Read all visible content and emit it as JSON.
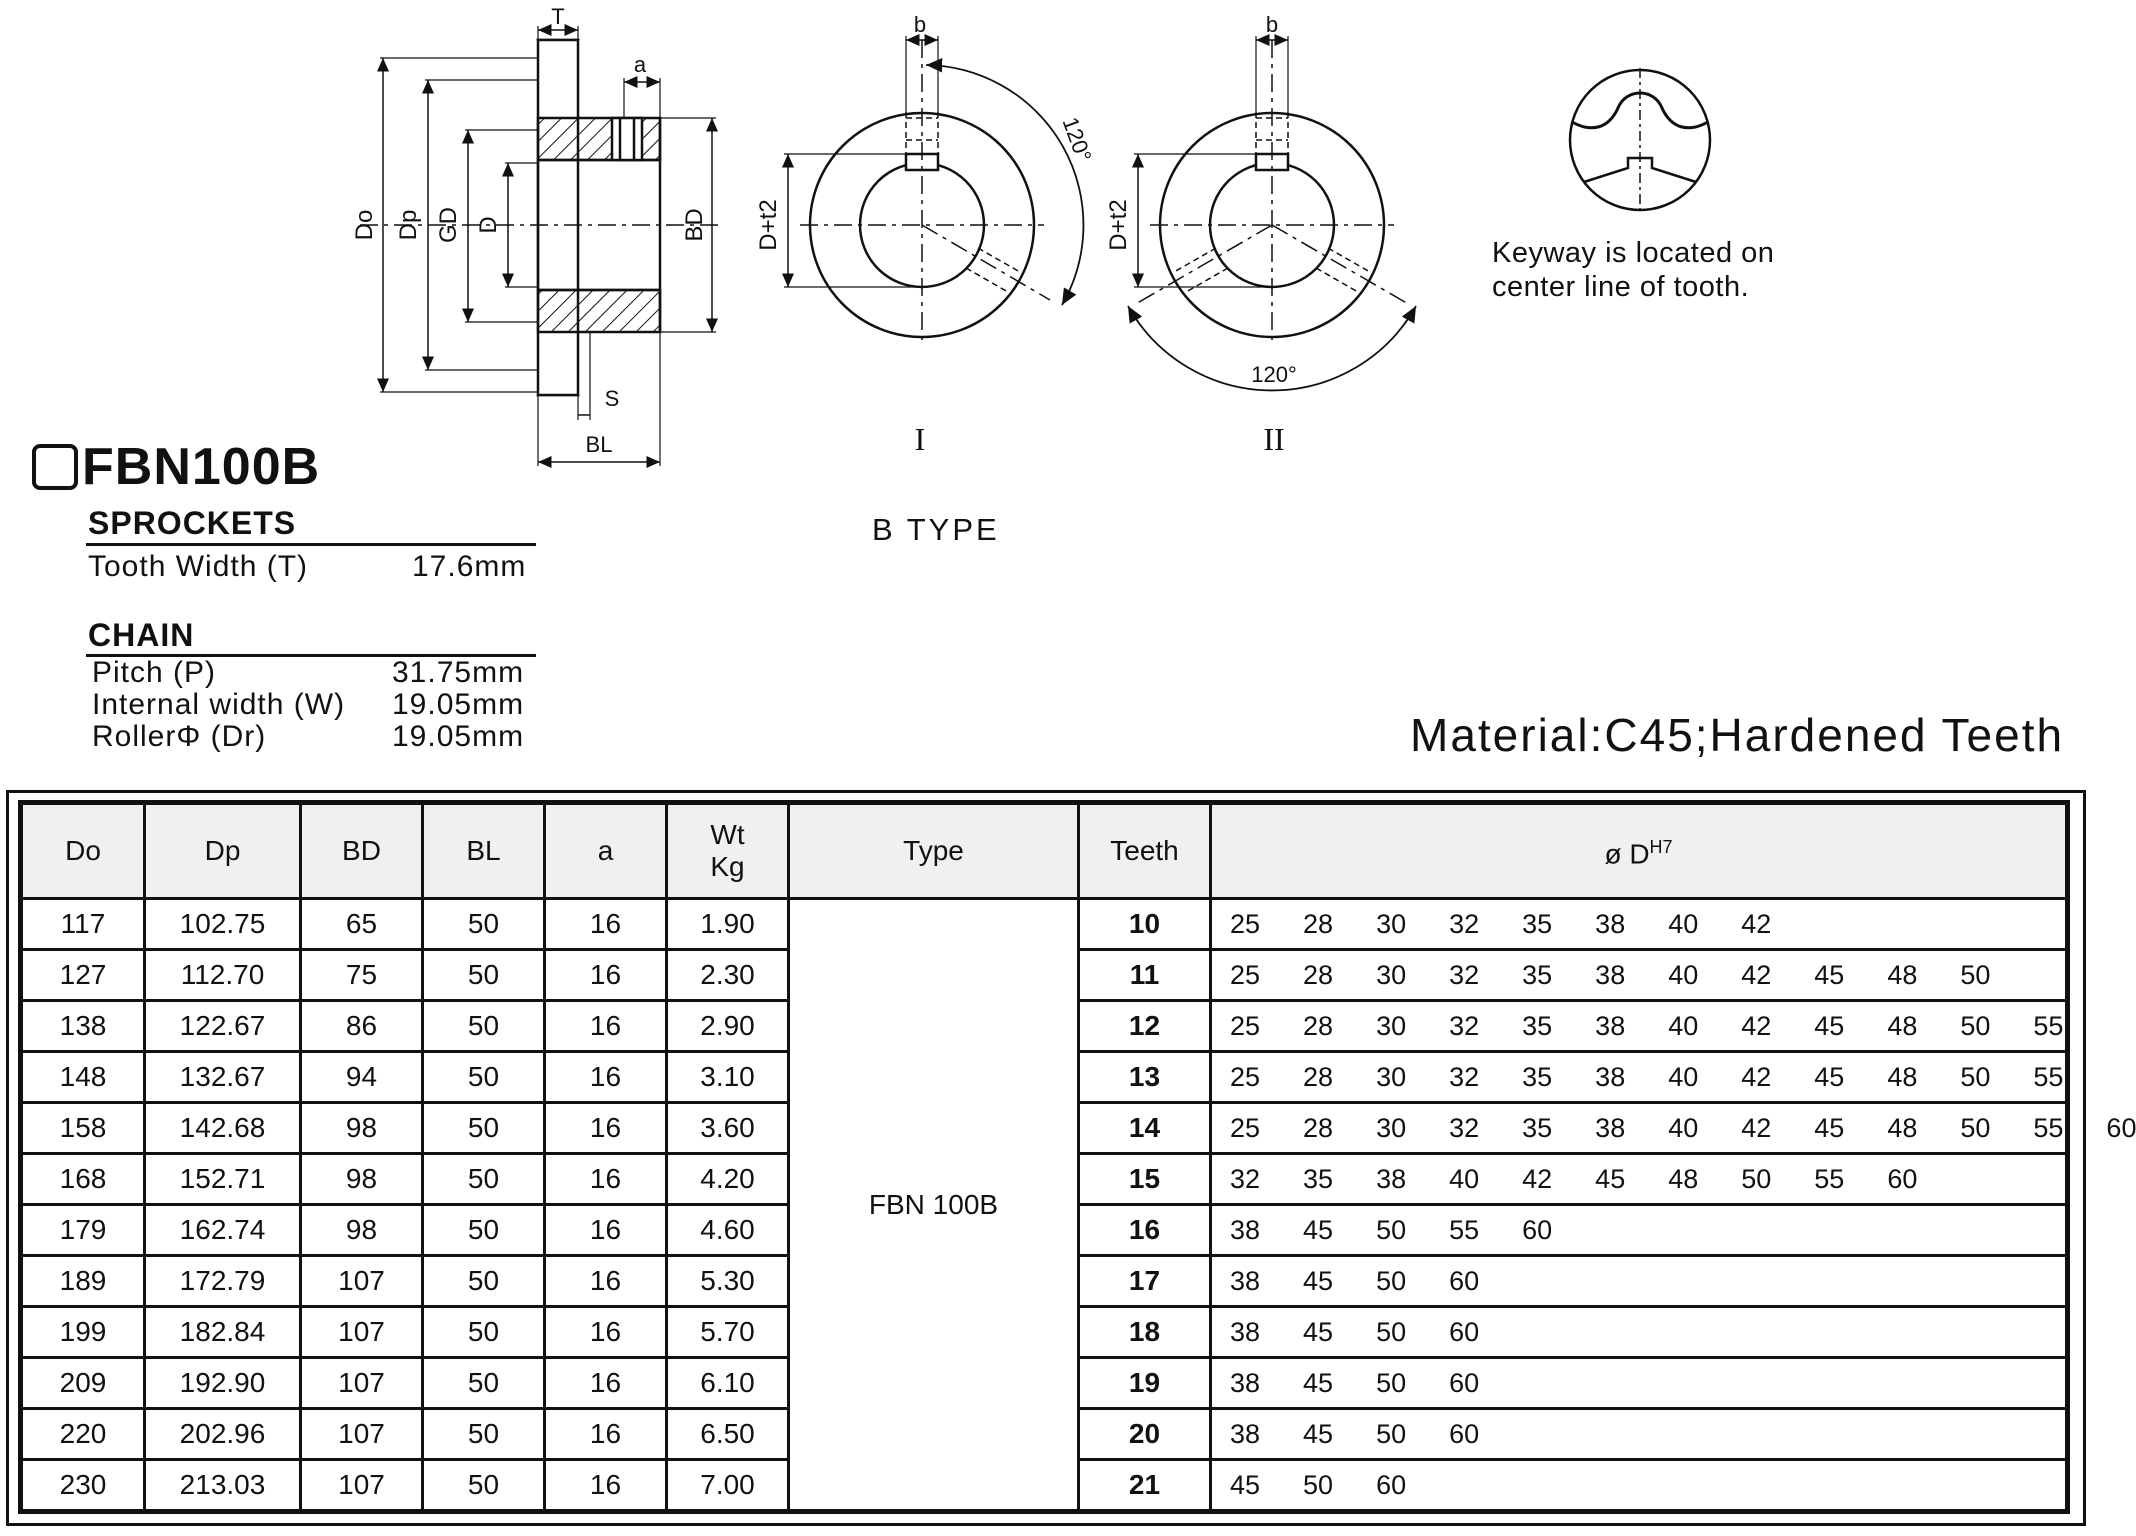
{
  "product": {
    "code": "FBN100B"
  },
  "sprockets": {
    "heading": "SPROCKETS",
    "tooth_width_label": "Tooth Width  (T)",
    "tooth_width_value": "17.6mm"
  },
  "chain": {
    "heading": "CHAIN",
    "rows": [
      {
        "label": "Pitch  (P)",
        "value": "31.75mm"
      },
      {
        "label": "Internal width  (W)",
        "value": "19.05mm"
      },
      {
        "label": "RollerΦ  (Dr)",
        "value": "19.05mm"
      }
    ]
  },
  "material": "Material:C45;Hardened  Teeth",
  "keyway_note": "Keyway is located on center line of tooth.",
  "drawing": {
    "type_label": "B  TYPE",
    "variant_1": "I",
    "variant_2": "II",
    "dims": {
      "T": "T",
      "a": "a",
      "S": "S",
      "BL": "BL",
      "Do": "Do",
      "Dp": "Dp",
      "GD": "GD",
      "D": "D",
      "BD": "BD",
      "b": "b",
      "Dt2": "D+t2",
      "angle": "120°"
    }
  },
  "table": {
    "headers": {
      "do": "Do",
      "dp": "Dp",
      "bd": "BD",
      "bl": "BL",
      "a": "a",
      "wt_line1": "Wt",
      "wt_line2": "Kg",
      "type": "Type",
      "teeth": "Teeth",
      "bore_prefix": "ø D",
      "bore_sup": "H7"
    },
    "type_value": "FBN 100B",
    "rows": [
      {
        "do": "117",
        "dp": "102.75",
        "bd": "65",
        "bl": "50",
        "a": "16",
        "wt": "1.90",
        "teeth": "10",
        "bores": "25  28  30  32  35  38  40  42"
      },
      {
        "do": "127",
        "dp": "112.70",
        "bd": "75",
        "bl": "50",
        "a": "16",
        "wt": "2.30",
        "teeth": "11",
        "bores": "25  28  30  32  35  38  40  42  45  48  50"
      },
      {
        "do": "138",
        "dp": "122.67",
        "bd": "86",
        "bl": "50",
        "a": "16",
        "wt": "2.90",
        "teeth": "12",
        "bores": "25  28  30  32  35  38  40  42  45  48  50  55"
      },
      {
        "do": "148",
        "dp": "132.67",
        "bd": "94",
        "bl": "50",
        "a": "16",
        "wt": "3.10",
        "teeth": "13",
        "bores": "25  28  30  32  35  38  40  42  45  48  50  55"
      },
      {
        "do": "158",
        "dp": "142.68",
        "bd": "98",
        "bl": "50",
        "a": "16",
        "wt": "3.60",
        "teeth": "14",
        "bores": "25  28  30  32  35  38  40  42  45  48  50  55  60"
      },
      {
        "do": "168",
        "dp": "152.71",
        "bd": "98",
        "bl": "50",
        "a": "16",
        "wt": "4.20",
        "teeth": "15",
        "bores": "32  35  38  40  42  45  48  50  55  60"
      },
      {
        "do": "179",
        "dp": "162.74",
        "bd": "98",
        "bl": "50",
        "a": "16",
        "wt": "4.60",
        "teeth": "16",
        "bores": "38  45  50  55  60"
      },
      {
        "do": "189",
        "dp": "172.79",
        "bd": "107",
        "bl": "50",
        "a": "16",
        "wt": "5.30",
        "teeth": "17",
        "bores": "38  45  50  60"
      },
      {
        "do": "199",
        "dp": "182.84",
        "bd": "107",
        "bl": "50",
        "a": "16",
        "wt": "5.70",
        "teeth": "18",
        "bores": "38  45  50  60"
      },
      {
        "do": "209",
        "dp": "192.90",
        "bd": "107",
        "bl": "50",
        "a": "16",
        "wt": "6.10",
        "teeth": "19",
        "bores": "38  45  50  60"
      },
      {
        "do": "220",
        "dp": "202.96",
        "bd": "107",
        "bl": "50",
        "a": "16",
        "wt": "6.50",
        "teeth": "20",
        "bores": "38  45  50  60"
      },
      {
        "do": "230",
        "dp": "213.03",
        "bd": "107",
        "bl": "50",
        "a": "16",
        "wt": "7.00",
        "teeth": "21",
        "bores": "45  50  60"
      }
    ]
  }
}
